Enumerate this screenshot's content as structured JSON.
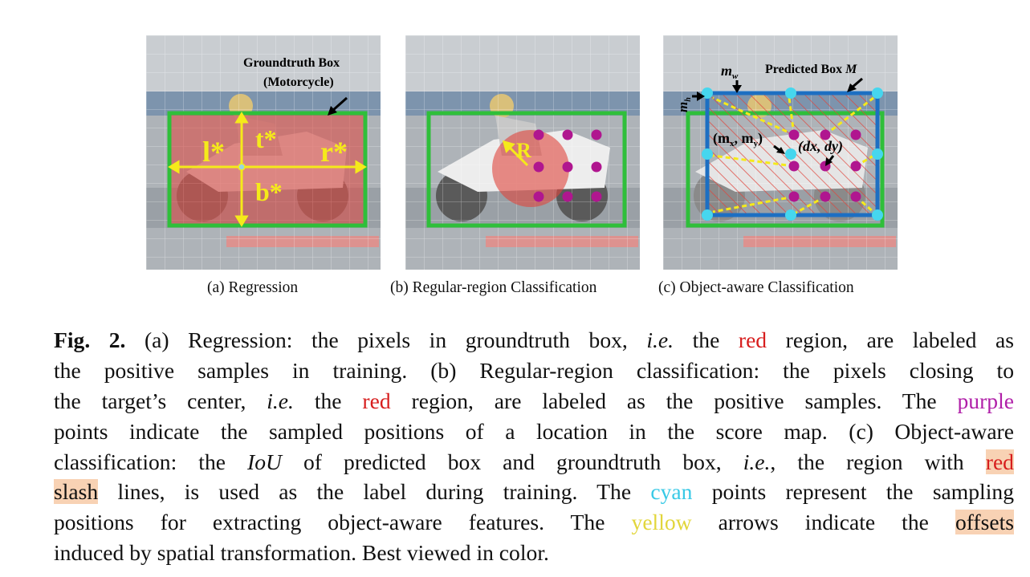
{
  "panel_a": {
    "box_title_line1": "Groundtruth Box",
    "box_title_line2": "(Motorcycle)",
    "l_label": "l*",
    "t_label": "t*",
    "r_label": "r*",
    "b_label": "b*"
  },
  "panel_b": {
    "radius_label": "R"
  },
  "panel_c": {
    "mw_label": "m",
    "mw_sub": "w",
    "mh_label": "m",
    "mh_sub": "h",
    "pred_label": "Predicted Box ",
    "pred_label_var": "M",
    "center_label": "(m",
    "center_sub_x": "x",
    "center_mid": ", m",
    "center_sub_y": "y",
    "center_end": ")",
    "offset_label": "(dx, dy)"
  },
  "subcaptions": {
    "a": "(a) Regression",
    "b": "(b) Regular-region Classification",
    "c": "(c) Object-aware Classification"
  },
  "caption": {
    "fig": "Fig. 2.",
    "l1_a": " (a) Regression: the pixels in groundtruth box, ",
    "ie": "i.e.",
    "l1_b": " the ",
    "red": "red",
    "l1_c": " region, are labeled as",
    "l2": "the positive samples in training. (b) Regular-region classification: the pixels closing to",
    "l3_a": "the target’s center, ",
    "l3_b": " the ",
    "l3_c": " region, are labeled as the positive samples. The ",
    "purple": "purple",
    "l4": "points indicate the sampled positions of a location in the score map. (c) Object-aware",
    "l5_a": "classification: the ",
    "iou": "IoU",
    "l5_b": " of predicted box and groundtruth box, ",
    "ie_comma": "i.e.",
    "l5_c": ", the region with ",
    "l6_a": "slash",
    "l6_b": " lines, is used as the label during training. The ",
    "cyan": "cyan",
    "l6_c": " points represent the sampling",
    "l7_a": "positions for extracting object-aware features. The ",
    "yellow": "yellow",
    "l7_b": " arrows indicate the ",
    "offsets": "offsets",
    "l8": "induced by spatial transformation. Best viewed in color."
  },
  "colors": {
    "gt_box": "#2fbf3a",
    "pred_box": "#1d6fc2",
    "red_region": "#e0443c",
    "purple": "#b0168f",
    "cyan": "#46d6ee",
    "yellow": "#f5ea1a"
  }
}
